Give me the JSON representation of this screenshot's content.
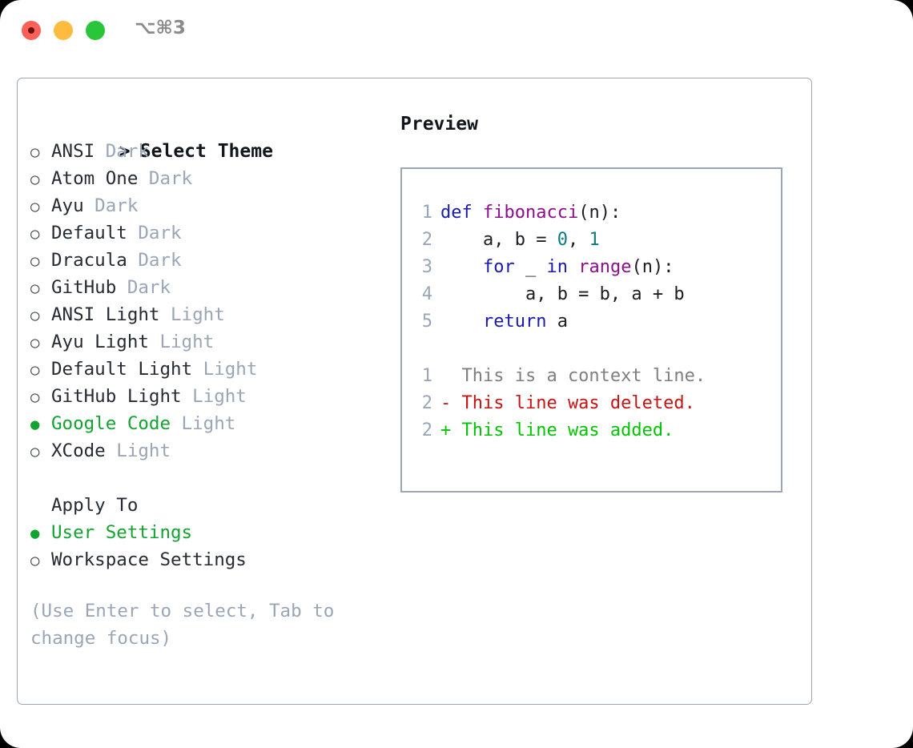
{
  "titlebar": {
    "shortcut": "⌥⌘3",
    "buttons": [
      {
        "name": "close",
        "color": "#fc6058"
      },
      {
        "name": "minimize",
        "color": "#fdbc40"
      },
      {
        "name": "maximize",
        "color": "#2ac63a"
      }
    ]
  },
  "theme_picker": {
    "caret": ">",
    "title": "Select Theme",
    "bullet_unselected": "○",
    "bullet_selected": "●",
    "items": [
      {
        "name": "ANSI",
        "variant": "Dark",
        "selected": false
      },
      {
        "name": "Atom One",
        "variant": "Dark",
        "selected": false
      },
      {
        "name": "Ayu",
        "variant": "Dark",
        "selected": false
      },
      {
        "name": "Default",
        "variant": "Dark",
        "selected": false
      },
      {
        "name": "Dracula",
        "variant": "Dark",
        "selected": false
      },
      {
        "name": "GitHub",
        "variant": "Dark",
        "selected": false
      },
      {
        "name": "ANSI Light",
        "variant": "Light",
        "selected": false
      },
      {
        "name": "Ayu Light",
        "variant": "Light",
        "selected": false
      },
      {
        "name": "Default Light",
        "variant": "Light",
        "selected": false
      },
      {
        "name": "GitHub Light",
        "variant": "Light",
        "selected": false
      },
      {
        "name": "Google Code",
        "variant": "Light",
        "selected": true
      },
      {
        "name": "XCode",
        "variant": "Light",
        "selected": false
      }
    ]
  },
  "apply_to": {
    "label": "Apply To",
    "options": [
      {
        "name": "User Settings",
        "selected": true
      },
      {
        "name": "Workspace Settings",
        "selected": false
      }
    ]
  },
  "hint": "(Use Enter to select, Tab to change focus)",
  "preview": {
    "title": "Preview",
    "code_lines": [
      {
        "num": "1",
        "tokens": [
          {
            "t": "def",
            "c": "kw"
          },
          {
            "t": " ",
            "c": "pl"
          },
          {
            "t": "fibonacci",
            "c": "fn"
          },
          {
            "t": "(n):",
            "c": "pl"
          }
        ]
      },
      {
        "num": "2",
        "tokens": [
          {
            "t": "    a, b = ",
            "c": "pl"
          },
          {
            "t": "0",
            "c": "num"
          },
          {
            "t": ", ",
            "c": "pl"
          },
          {
            "t": "1",
            "c": "num"
          }
        ]
      },
      {
        "num": "3",
        "tokens": [
          {
            "t": "    ",
            "c": "pl"
          },
          {
            "t": "for",
            "c": "kw"
          },
          {
            "t": " _ ",
            "c": "pl"
          },
          {
            "t": "in",
            "c": "kw"
          },
          {
            "t": " ",
            "c": "pl"
          },
          {
            "t": "range",
            "c": "fn"
          },
          {
            "t": "(n):",
            "c": "pl"
          }
        ]
      },
      {
        "num": "4",
        "tokens": [
          {
            "t": "        a, b = b, a + b",
            "c": "pl"
          }
        ]
      },
      {
        "num": "5",
        "tokens": [
          {
            "t": "    ",
            "c": "pl"
          },
          {
            "t": "return",
            "c": "kw"
          },
          {
            "t": " a",
            "c": "pl"
          }
        ]
      }
    ],
    "diff_lines": [
      {
        "num": "1",
        "marker": "  ",
        "text": "This is a context line.",
        "kind": "ctx"
      },
      {
        "num": "2",
        "marker": "- ",
        "text": "This line was deleted.",
        "kind": "del"
      },
      {
        "num": "2",
        "marker": "+ ",
        "text": "This line was added.",
        "kind": "add"
      }
    ]
  },
  "colors": {
    "accent_green": "#12a330",
    "muted": "#9aa5b6",
    "keyword": "#1a1aaf",
    "function": "#8e0e8e",
    "number": "#0d7a80",
    "diff_added": "#00c400",
    "diff_deleted": "#c41414",
    "diff_context": "#7f7f7f",
    "border": "#9aa5b6"
  }
}
